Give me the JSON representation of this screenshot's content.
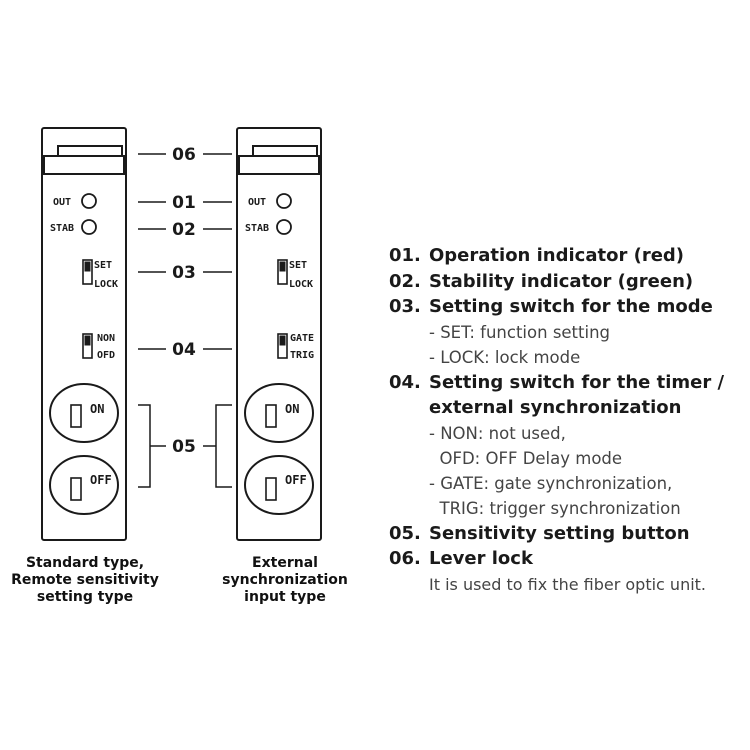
{
  "callouts": [
    "06",
    "01",
    "02",
    "03",
    "04",
    "05"
  ],
  "units": [
    {
      "caption": [
        "Standard type,",
        "Remote sensitivity",
        "setting type"
      ],
      "labels": {
        "out": "OUT",
        "stab": "STAB",
        "set": "SET",
        "lock": "LOCK",
        "mode_top": "NON",
        "mode_bottom": "OFD",
        "on": "ON",
        "off": "OFF"
      }
    },
    {
      "caption": [
        "External",
        "synchronization",
        "input type"
      ],
      "labels": {
        "out": "OUT",
        "stab": "STAB",
        "set": "SET",
        "lock": "LOCK",
        "mode_top": "GATE",
        "mode_bottom": "TRIG",
        "on": "ON",
        "off": "OFF"
      }
    }
  ],
  "legend": [
    {
      "num": "01.",
      "title": [
        "Operation indicator (red)"
      ],
      "desc": []
    },
    {
      "num": "02.",
      "title": [
        "Stability indicator (green)"
      ],
      "desc": []
    },
    {
      "num": "03.",
      "title": [
        "Setting switch for the mode"
      ],
      "desc": [
        "- SET: function setting",
        "- LOCK: lock mode"
      ]
    },
    {
      "num": "04.",
      "title": [
        "Setting switch for the timer /",
        "external synchronization"
      ],
      "desc": [
        "- NON: not used,",
        "  OFD: OFF Delay mode",
        "- GATE: gate synchronization,",
        "  TRIG: trigger synchronization"
      ]
    },
    {
      "num": "05.",
      "title": [
        "Sensitivity setting button"
      ],
      "desc": []
    },
    {
      "num": "06.",
      "title": [
        "Lever lock"
      ],
      "desc": [
        "It is used to fix the fiber optic unit."
      ]
    }
  ]
}
